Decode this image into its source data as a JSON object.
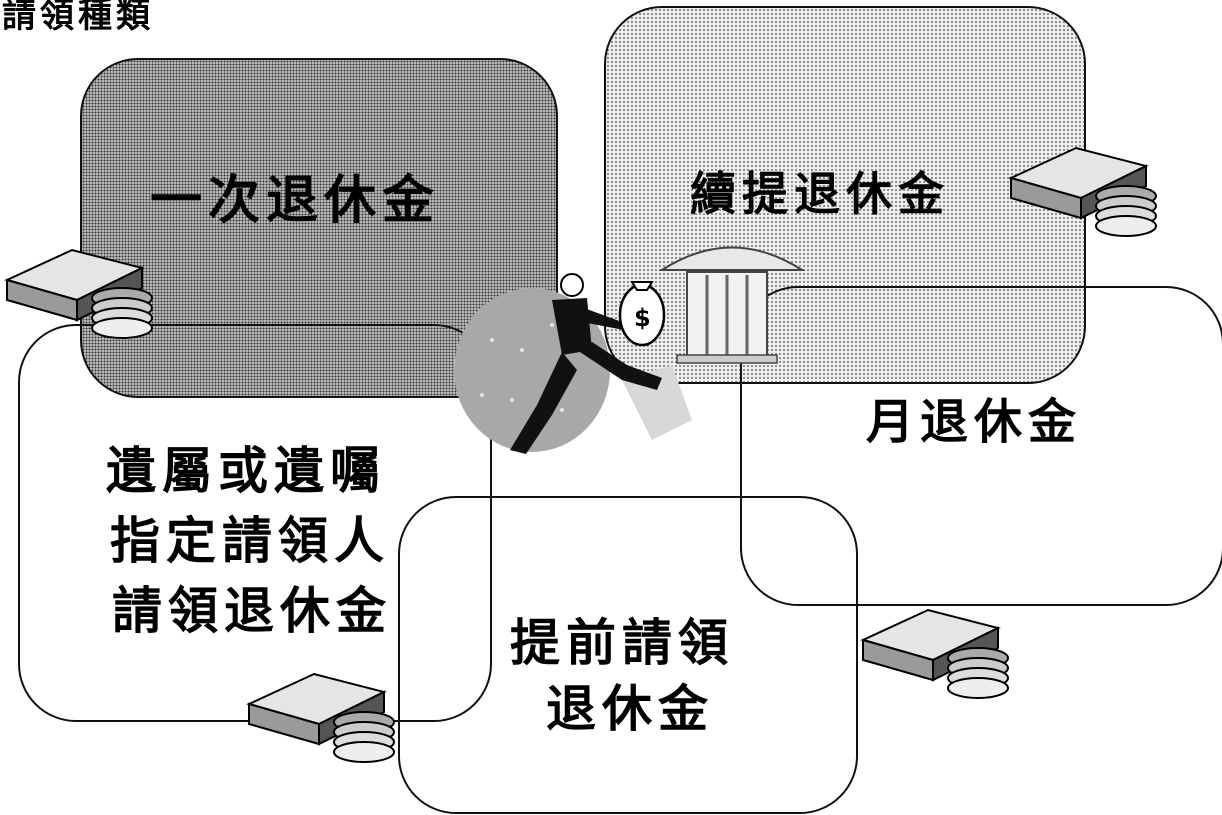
{
  "title": "請領種類",
  "boxes": {
    "lump_sum": "一次退休金",
    "continued": "續提退休金",
    "monthly": "月退休金",
    "heirs_line1": "遺屬或遺囑",
    "heirs_line2": "指定請領人",
    "heirs_line3": "請領退休金",
    "early_line1": "提前請領",
    "early_line2": "退休金"
  },
  "icons": {
    "money": "money-stack-coins-icon",
    "center": "man-carrying-money-bag-to-bank-icon"
  }
}
